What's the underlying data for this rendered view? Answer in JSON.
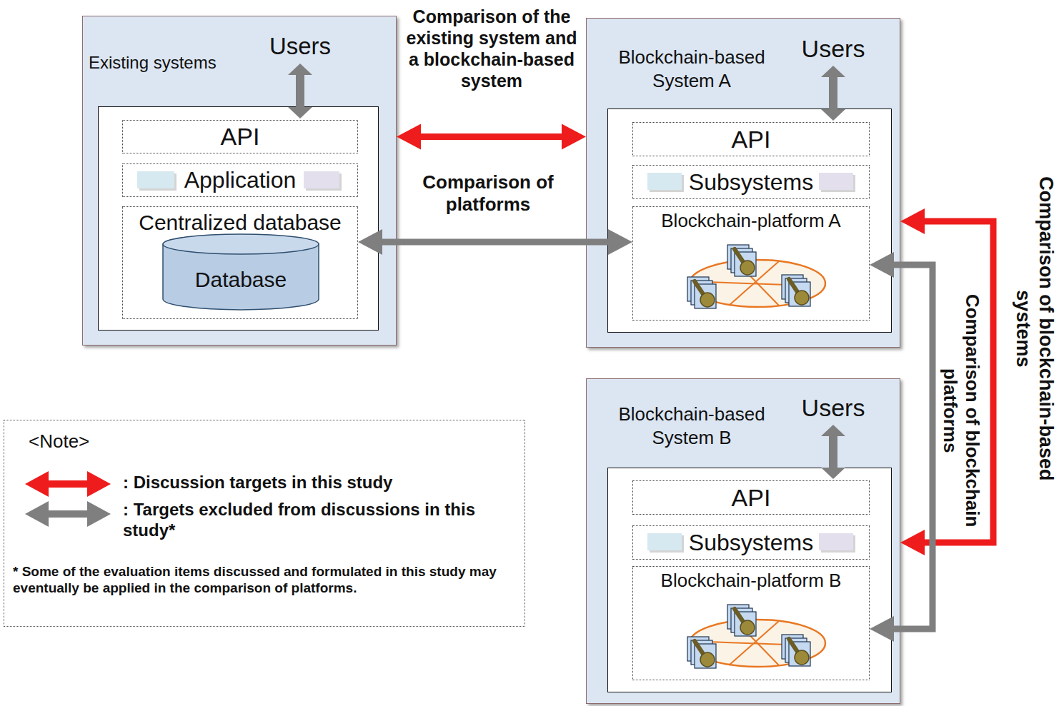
{
  "diagram": {
    "nodes": [
      {
        "text": [
          "Existing systems"
        ]
      },
      {
        "text": [
          "Users"
        ],
        "in": 0
      },
      {
        "text": [
          "API"
        ],
        "in": 0
      },
      {
        "text": [
          "Application"
        ],
        "in": 0
      },
      {
        "text": [
          "Centralized database"
        ],
        "in": 0
      },
      {
        "text": [
          "Database"
        ],
        "in": 4
      },
      {
        "text": [
          "Blockchain-based System A"
        ]
      },
      {
        "text": [
          "Users"
        ],
        "in": 6
      },
      {
        "text": [
          "API"
        ],
        "in": 6
      },
      {
        "text": [
          "Subsystems"
        ],
        "in": 6
      },
      {
        "text": [
          "Blockchain-platform A"
        ],
        "in": 6
      },
      {
        "text": [
          "Blockchain-based System B"
        ]
      },
      {
        "text": [
          "Users"
        ],
        "in": 11
      },
      {
        "text": [
          "API"
        ],
        "in": 11
      },
      {
        "text": [
          "Subsystems"
        ],
        "in": 11
      },
      {
        "text": [
          "Blockchain-platform B"
        ],
        "in": 11
      }
    ],
    "edges": [
      {
        "from": 1,
        "to": 2,
        "arrow": "both"
      },
      {
        "from": 7,
        "to": 8,
        "arrow": "both"
      },
      {
        "from": 12,
        "to": 13,
        "arrow": "both"
      },
      {
        "from": 0,
        "to": 6,
        "label": "Comparison of the existing system and a blockchain-based system",
        "arrow": "both"
      },
      {
        "from": 4,
        "to": 10,
        "label": "Comparison of platforms",
        "arrow": "both"
      },
      {
        "from": 6,
        "to": 11,
        "label": "Comparison of blockchain-based systems",
        "arrow": "both"
      },
      {
        "from": 10,
        "to": 15,
        "label": "Comparison of blockchain platforms",
        "arrow": "both"
      }
    ],
    "labels": [
      "<Note>",
      "* Some of the evaluation items discussed and formulated in this study may eventually be applied in the comparison of platforms."
    ],
    "legend": [
      {
        "text": ": Discussion targets in this study"
      },
      {
        "text": ": Targets excluded from discussions in this study*"
      }
    ]
  }
}
